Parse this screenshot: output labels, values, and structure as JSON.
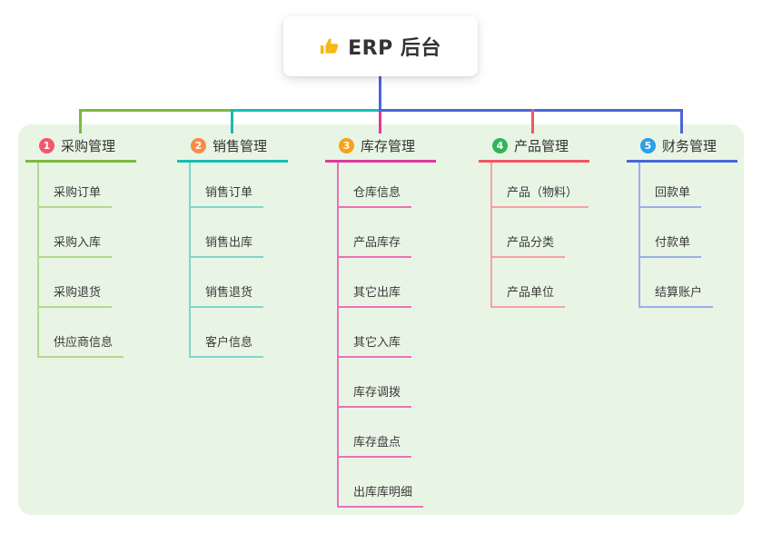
{
  "title_card": {
    "icon": "thumbs-up-icon",
    "label": "ERP 后台",
    "icon_color": "#f7b816"
  },
  "panel": {
    "background": "#e8f5e5"
  },
  "root_connector_color": "#4a66d8",
  "branches": [
    {
      "num": "1",
      "label": "采购管理",
      "badge_color": "#f4566c",
      "line_color": "#7cb93f",
      "child_line_color": "#b2d98b",
      "children": [
        "采购订单",
        "采购入库",
        "采购退货",
        "供应商信息"
      ]
    },
    {
      "num": "2",
      "label": "销售管理",
      "badge_color": "#fb8b47",
      "line_color": "#16bdb2",
      "child_line_color": "#7ed6cd",
      "children": [
        "销售订单",
        "销售出库",
        "销售退货",
        "客户信息"
      ]
    },
    {
      "num": "3",
      "label": "库存管理",
      "badge_color": "#f7a219",
      "line_color": "#e0399e",
      "child_line_color": "#ee6fba",
      "children": [
        "仓库信息",
        "产品库存",
        "其它出库",
        "其它入库",
        "库存调拨",
        "库存盘点",
        "出库库明细"
      ]
    },
    {
      "num": "4",
      "label": "产品管理",
      "badge_color": "#2fb757",
      "line_color": "#f5565f",
      "child_line_color": "#f8a0a5",
      "children": [
        "产品（物料）",
        "产品分类",
        "产品单位"
      ]
    },
    {
      "num": "5",
      "label": "财务管理",
      "badge_color": "#2b9fe8",
      "line_color": "#4a66d8",
      "child_line_color": "#9dadec",
      "children": [
        "回款单",
        "付款单",
        "结算账户"
      ]
    }
  ]
}
